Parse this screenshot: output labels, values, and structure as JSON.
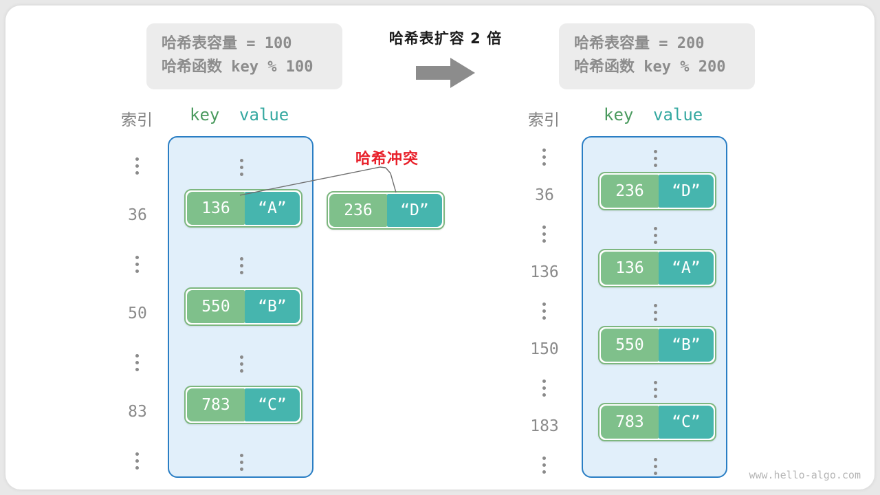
{
  "diagram": {
    "title": "哈希表扩容 2 倍",
    "arrow_icon": "right-arrow-icon",
    "watermark": "www.hello-algo.com",
    "collision_label": "哈希冲突",
    "colors": {
      "key_fill": "#7fc08b",
      "value_fill": "#46b5ae",
      "bucket_fill": "#e1effa",
      "bucket_border": "#2a7ec4",
      "pair_border": "#7db77f",
      "collision_red": "#e8202a",
      "info_box_bg": "#ececec",
      "muted_text": "#8a8a8a"
    }
  },
  "info_before": {
    "capacity_line": "哈希表容量 = 100",
    "hash_line": "哈希函数 key % 100"
  },
  "info_after": {
    "capacity_line": "哈希表容量 = 200",
    "hash_line": "哈希函数 key % 200"
  },
  "headers": {
    "index": "索引",
    "key": "key",
    "value": "value"
  },
  "table_before": {
    "rows": [
      {
        "index": "⋮",
        "type": "dots"
      },
      {
        "index": "36",
        "type": "pair",
        "key": "136",
        "value": "“A”"
      },
      {
        "index": "⋮",
        "type": "dots"
      },
      {
        "index": "50",
        "type": "pair",
        "key": "550",
        "value": "“B”"
      },
      {
        "index": "⋮",
        "type": "dots"
      },
      {
        "index": "83",
        "type": "pair",
        "key": "783",
        "value": "“C”"
      },
      {
        "index": "⋮",
        "type": "dots"
      }
    ]
  },
  "table_after": {
    "rows": [
      {
        "index": "⋮",
        "type": "dots"
      },
      {
        "index": "36",
        "type": "pair",
        "key": "236",
        "value": "“D”"
      },
      {
        "index": "⋮",
        "type": "dots"
      },
      {
        "index": "136",
        "type": "pair",
        "key": "136",
        "value": "“A”"
      },
      {
        "index": "⋮",
        "type": "dots"
      },
      {
        "index": "150",
        "type": "pair",
        "key": "550",
        "value": "“B”"
      },
      {
        "index": "⋮",
        "type": "dots"
      },
      {
        "index": "183",
        "type": "pair",
        "key": "783",
        "value": "“C”"
      },
      {
        "index": "⋮",
        "type": "dots"
      }
    ]
  },
  "floating_pair": {
    "key": "236",
    "value": "“D”"
  }
}
